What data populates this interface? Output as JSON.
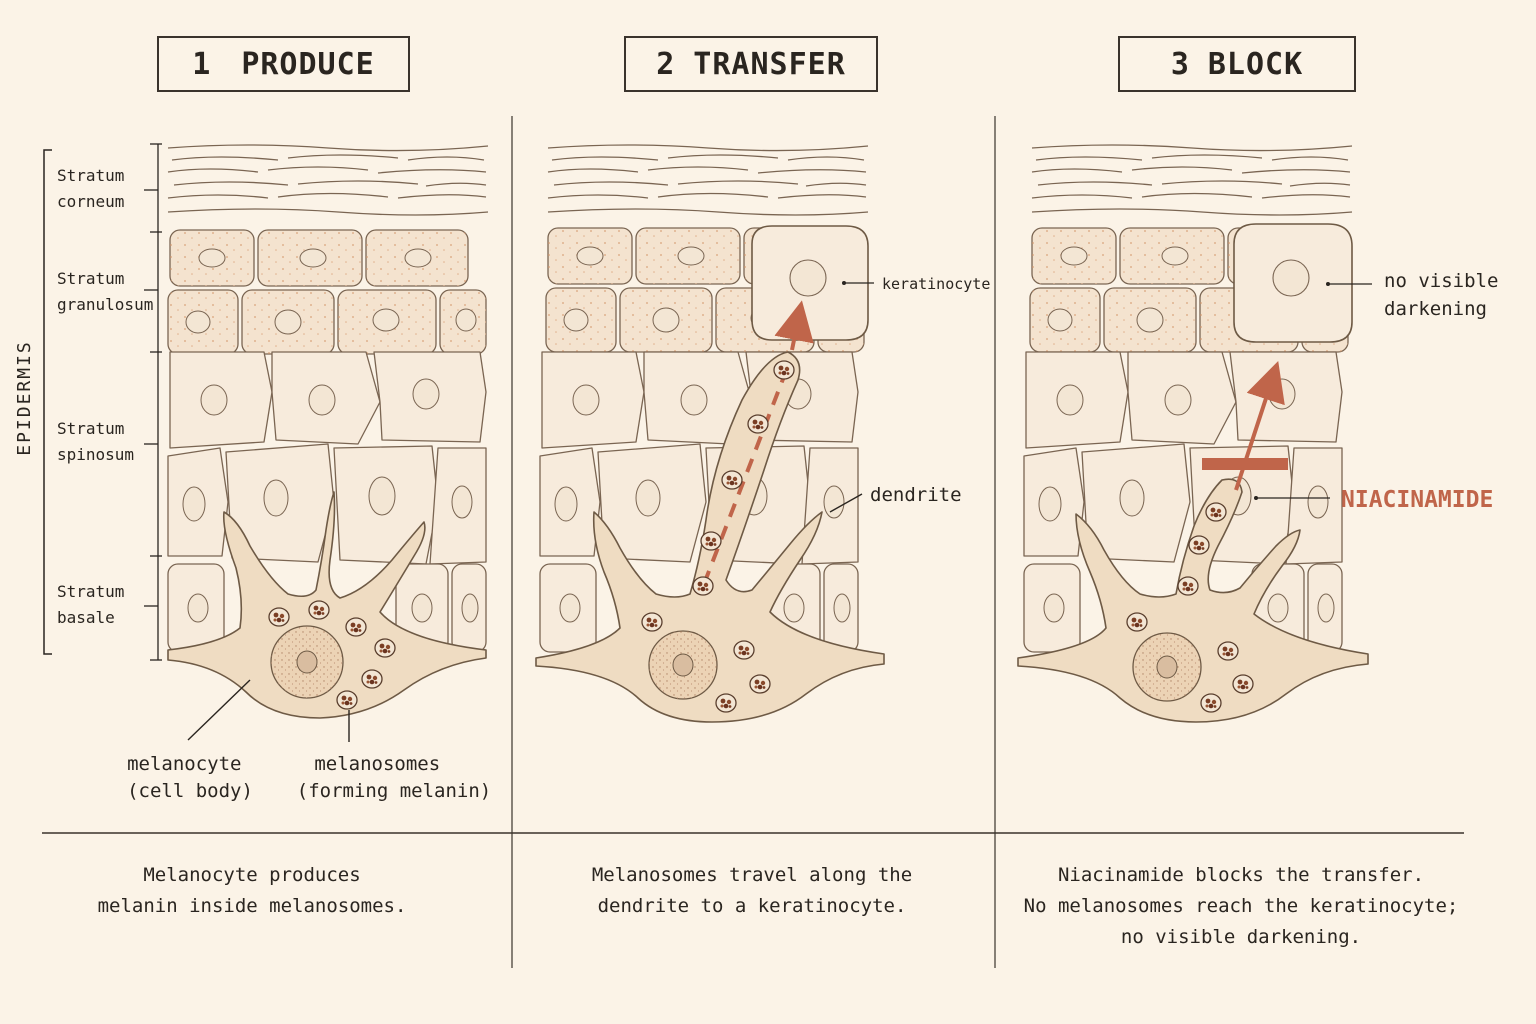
{
  "panels": [
    {
      "number": "1",
      "title": "PRODUCE",
      "caption": [
        "Melanocyte produces",
        "melanin inside melanosomes."
      ]
    },
    {
      "number": "2",
      "title": "TRANSFER",
      "caption": [
        "Melanosomes travel along the",
        "dendrite to a keratinocyte."
      ]
    },
    {
      "number": "3",
      "title": "BLOCK",
      "caption": [
        "Niacinamide blocks the transfer.",
        "No melanosomes reach the keratinocyte;",
        "no visible darkening."
      ]
    }
  ],
  "layers": {
    "epidermis": "EPIDERMIS",
    "corneum": [
      "Stratum",
      "corneum"
    ],
    "granulosum": [
      "Stratum",
      "granulosum"
    ],
    "spinosum": [
      "Stratum",
      "spinosum"
    ],
    "basale": [
      "Stratum",
      "basale"
    ]
  },
  "labels": {
    "melanocyte": [
      "melanocyte",
      "(cell body)"
    ],
    "melanosomes": [
      "melanosomes",
      "(forming melanin)"
    ],
    "keratinocyte": "keratinocyte",
    "dendrite": "dendrite",
    "no_darkening": [
      "no visible",
      "darkening"
    ],
    "niacinamide": "NIACINAMIDE"
  },
  "colors": {
    "background": "#fbf3e7",
    "cell_fill": "#f7ebdc",
    "granular_fill": "#f4e3cf",
    "melanocyte_fill": "#efdcc2",
    "outline": "#6e5a45",
    "accent": "#c0654a",
    "ink": "#2a2520"
  }
}
